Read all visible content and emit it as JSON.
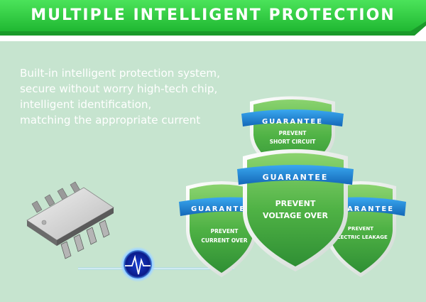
{
  "banner": {
    "title": "MULTIPLE INTELLIGENT PROTECTION"
  },
  "intro": {
    "lines": [
      "Built-in intelligent protection system,",
      "secure without worry high-tech chip,",
      "intelligent identification,",
      "matching the appropriate current"
    ]
  },
  "shields": {
    "top": {
      "badge": "GUARANTEE",
      "line1": "PREVENT",
      "line2": "SHORT CIRCUIT"
    },
    "center": {
      "badge": "GUARANTEE",
      "line1": "PREVENT",
      "line2": "VOLTAGE OVER"
    },
    "left": {
      "badge": "GUARANTEE",
      "line1": "PREVENT",
      "line2": "CURRENT OVER"
    },
    "right": {
      "badge": "GUARANTEE",
      "line1": "PREVENT",
      "line2": "ELECTRIC LEAKAGE"
    }
  },
  "colors": {
    "banner_green": "#2fd13f",
    "panel_bg": "#c6e4cf",
    "shield_green": "#56b84a",
    "ribbon_blue": "#1e88d0"
  }
}
